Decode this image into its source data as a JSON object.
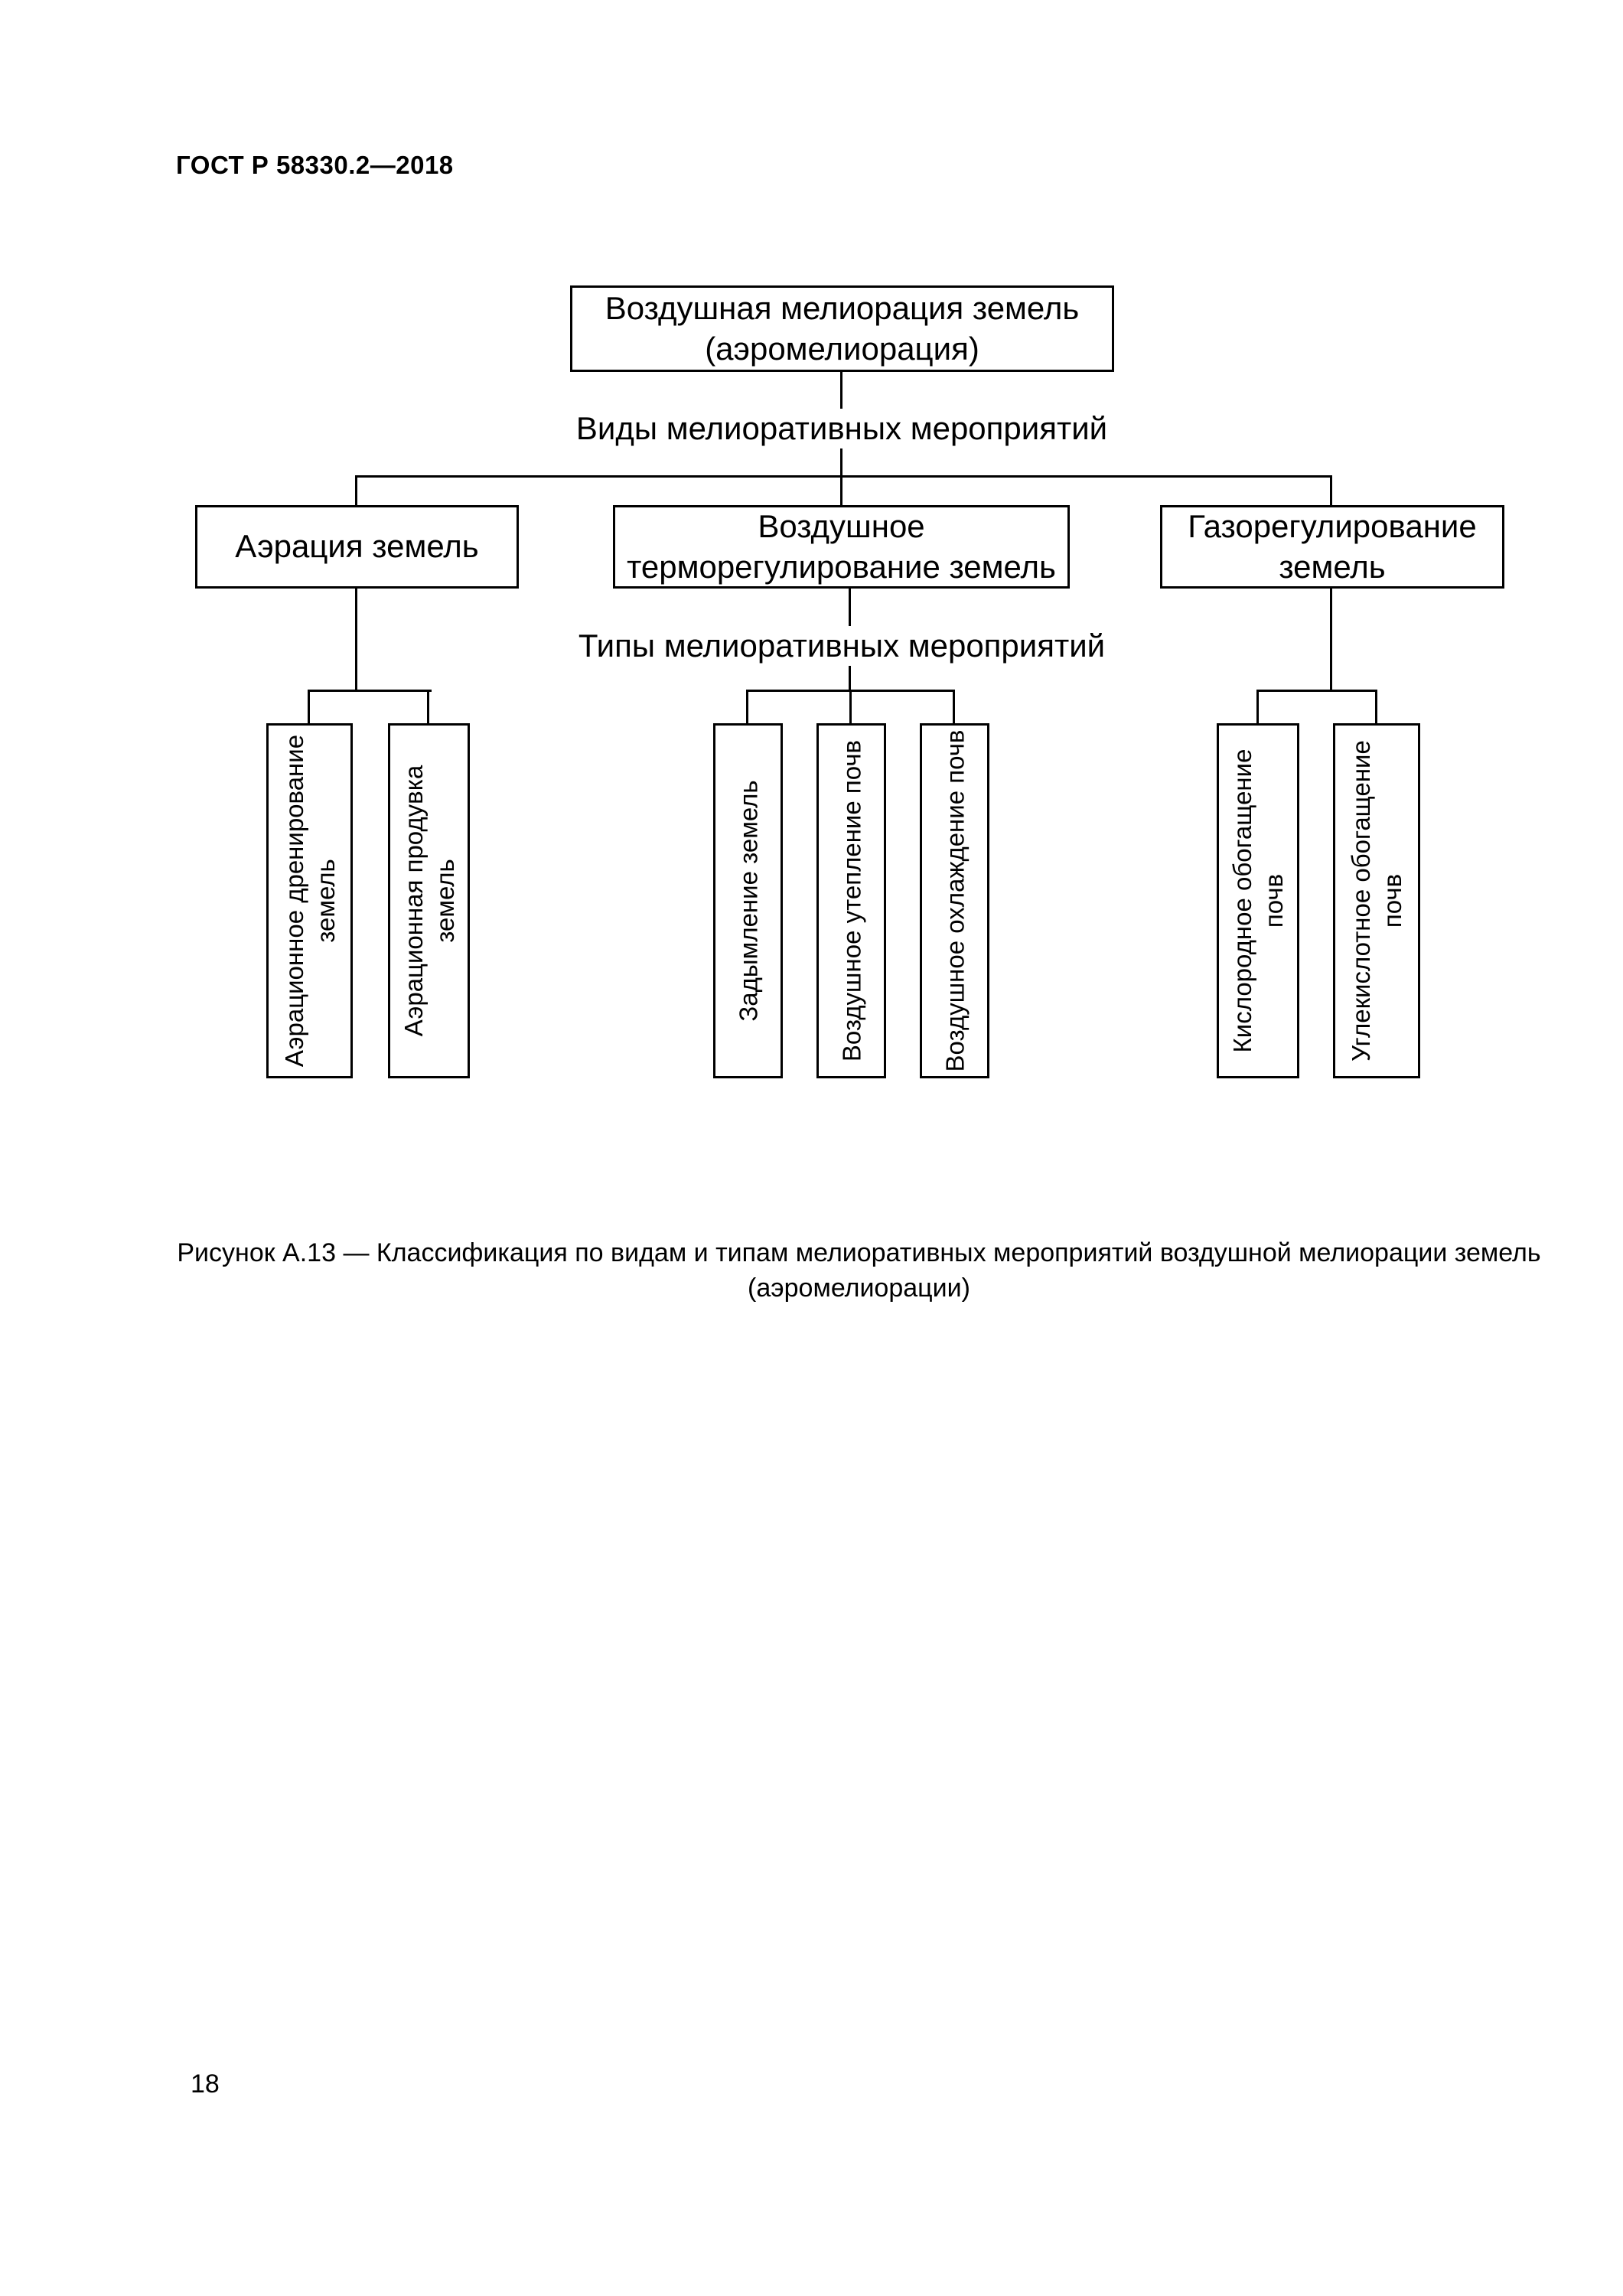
{
  "page": {
    "header": "ГОСТ Р 58330.2—2018",
    "page_number": "18"
  },
  "diagram": {
    "root": {
      "label": "Воздушная мелиорация земель\n(аэромелиорация)"
    },
    "kinds_label": "Виды мелиоративных мероприятий",
    "types_label": "Типы мелиоративных мероприятий",
    "kinds": [
      {
        "label": "Аэрация земель"
      },
      {
        "label": "Воздушное\nтерморегулирование земель"
      },
      {
        "label": "Газорегулирование\nземель"
      }
    ],
    "types": [
      {
        "label": "Аэрационное дренирование\nземель"
      },
      {
        "label": "Аэрационная продувка\nземель"
      },
      {
        "label": "Задымление земель"
      },
      {
        "label": "Воздушное утепление почв"
      },
      {
        "label": "Воздушное охлаждение почв"
      },
      {
        "label": "Кислородное обогащение\nпочв"
      },
      {
        "label": "Углекислотное обогащение\nпочв"
      }
    ]
  },
  "caption": "Рисунок А.13 — Классификация по видам и типам мелиоративных мероприятий воздушной мелиорации земель\n(аэромелиорации)"
}
